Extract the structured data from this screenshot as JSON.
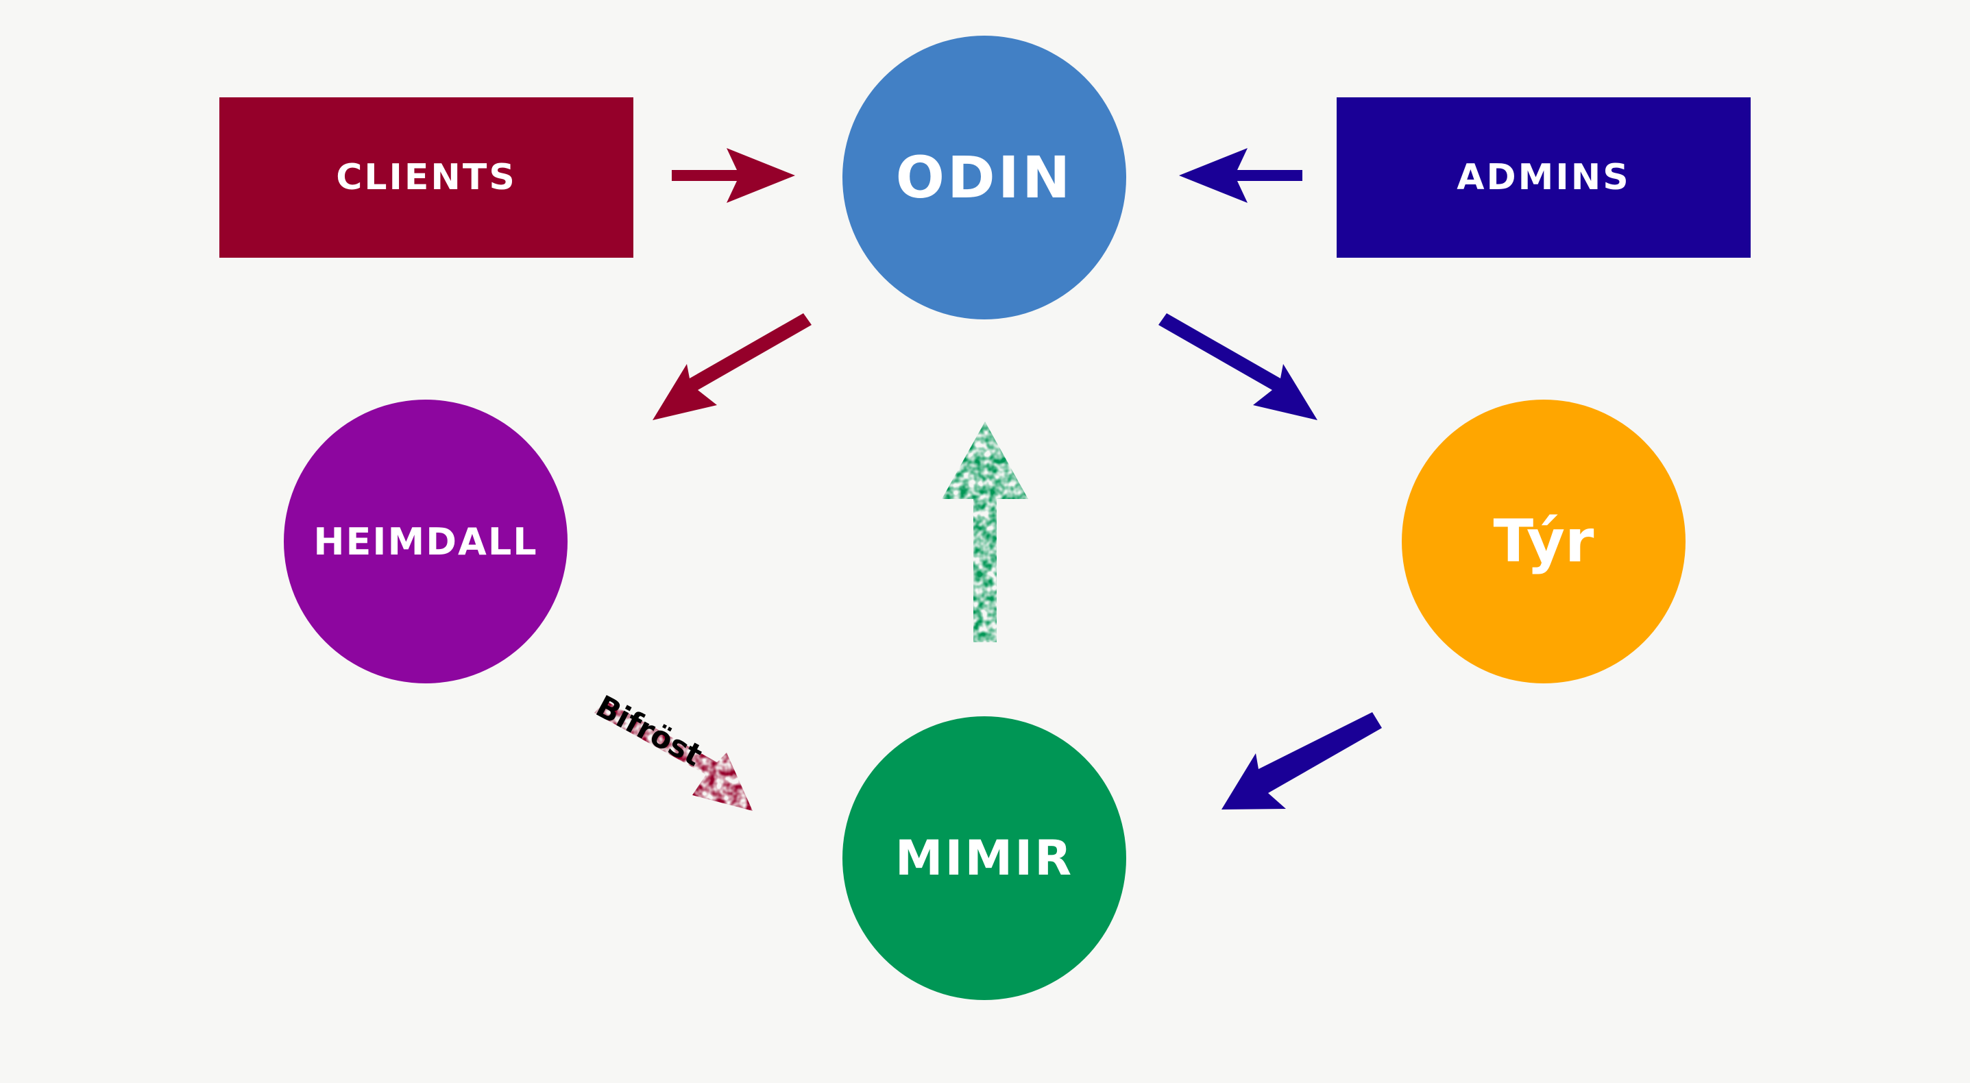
{
  "nodes": {
    "clients": {
      "label": "CLIENTS",
      "color": "#95002a"
    },
    "admins": {
      "label": "ADMINS",
      "color": "#1a0096"
    },
    "odin": {
      "label": "ODIN",
      "color": "#4280c5"
    },
    "heimdall": {
      "label": "HEIMDALL",
      "color": "#8d069f"
    },
    "tyr": {
      "label": "Týr",
      "color": "#ffa600"
    },
    "mimir": {
      "label": "MIMIR",
      "color": "#009655"
    }
  },
  "edges": [
    {
      "from": "CLIENTS",
      "to": "ODIN",
      "color": "#95002a"
    },
    {
      "from": "ADMINS",
      "to": "ODIN",
      "color": "#1a0096"
    },
    {
      "from": "ODIN",
      "to": "HEIMDALL",
      "color": "#95002a"
    },
    {
      "from": "ODIN",
      "to": "Týr",
      "color": "#1a0096"
    },
    {
      "from": "MIMIR",
      "to": "ODIN",
      "color": "#009655",
      "style": "textured"
    },
    {
      "from": "Týr",
      "to": "MIMIR",
      "color": "#1a0096"
    },
    {
      "from": "HEIMDALL",
      "to": "MIMIR",
      "color": "#95002a",
      "style": "textured",
      "label": "Bifröst"
    }
  ],
  "background": "#f7f7f5"
}
